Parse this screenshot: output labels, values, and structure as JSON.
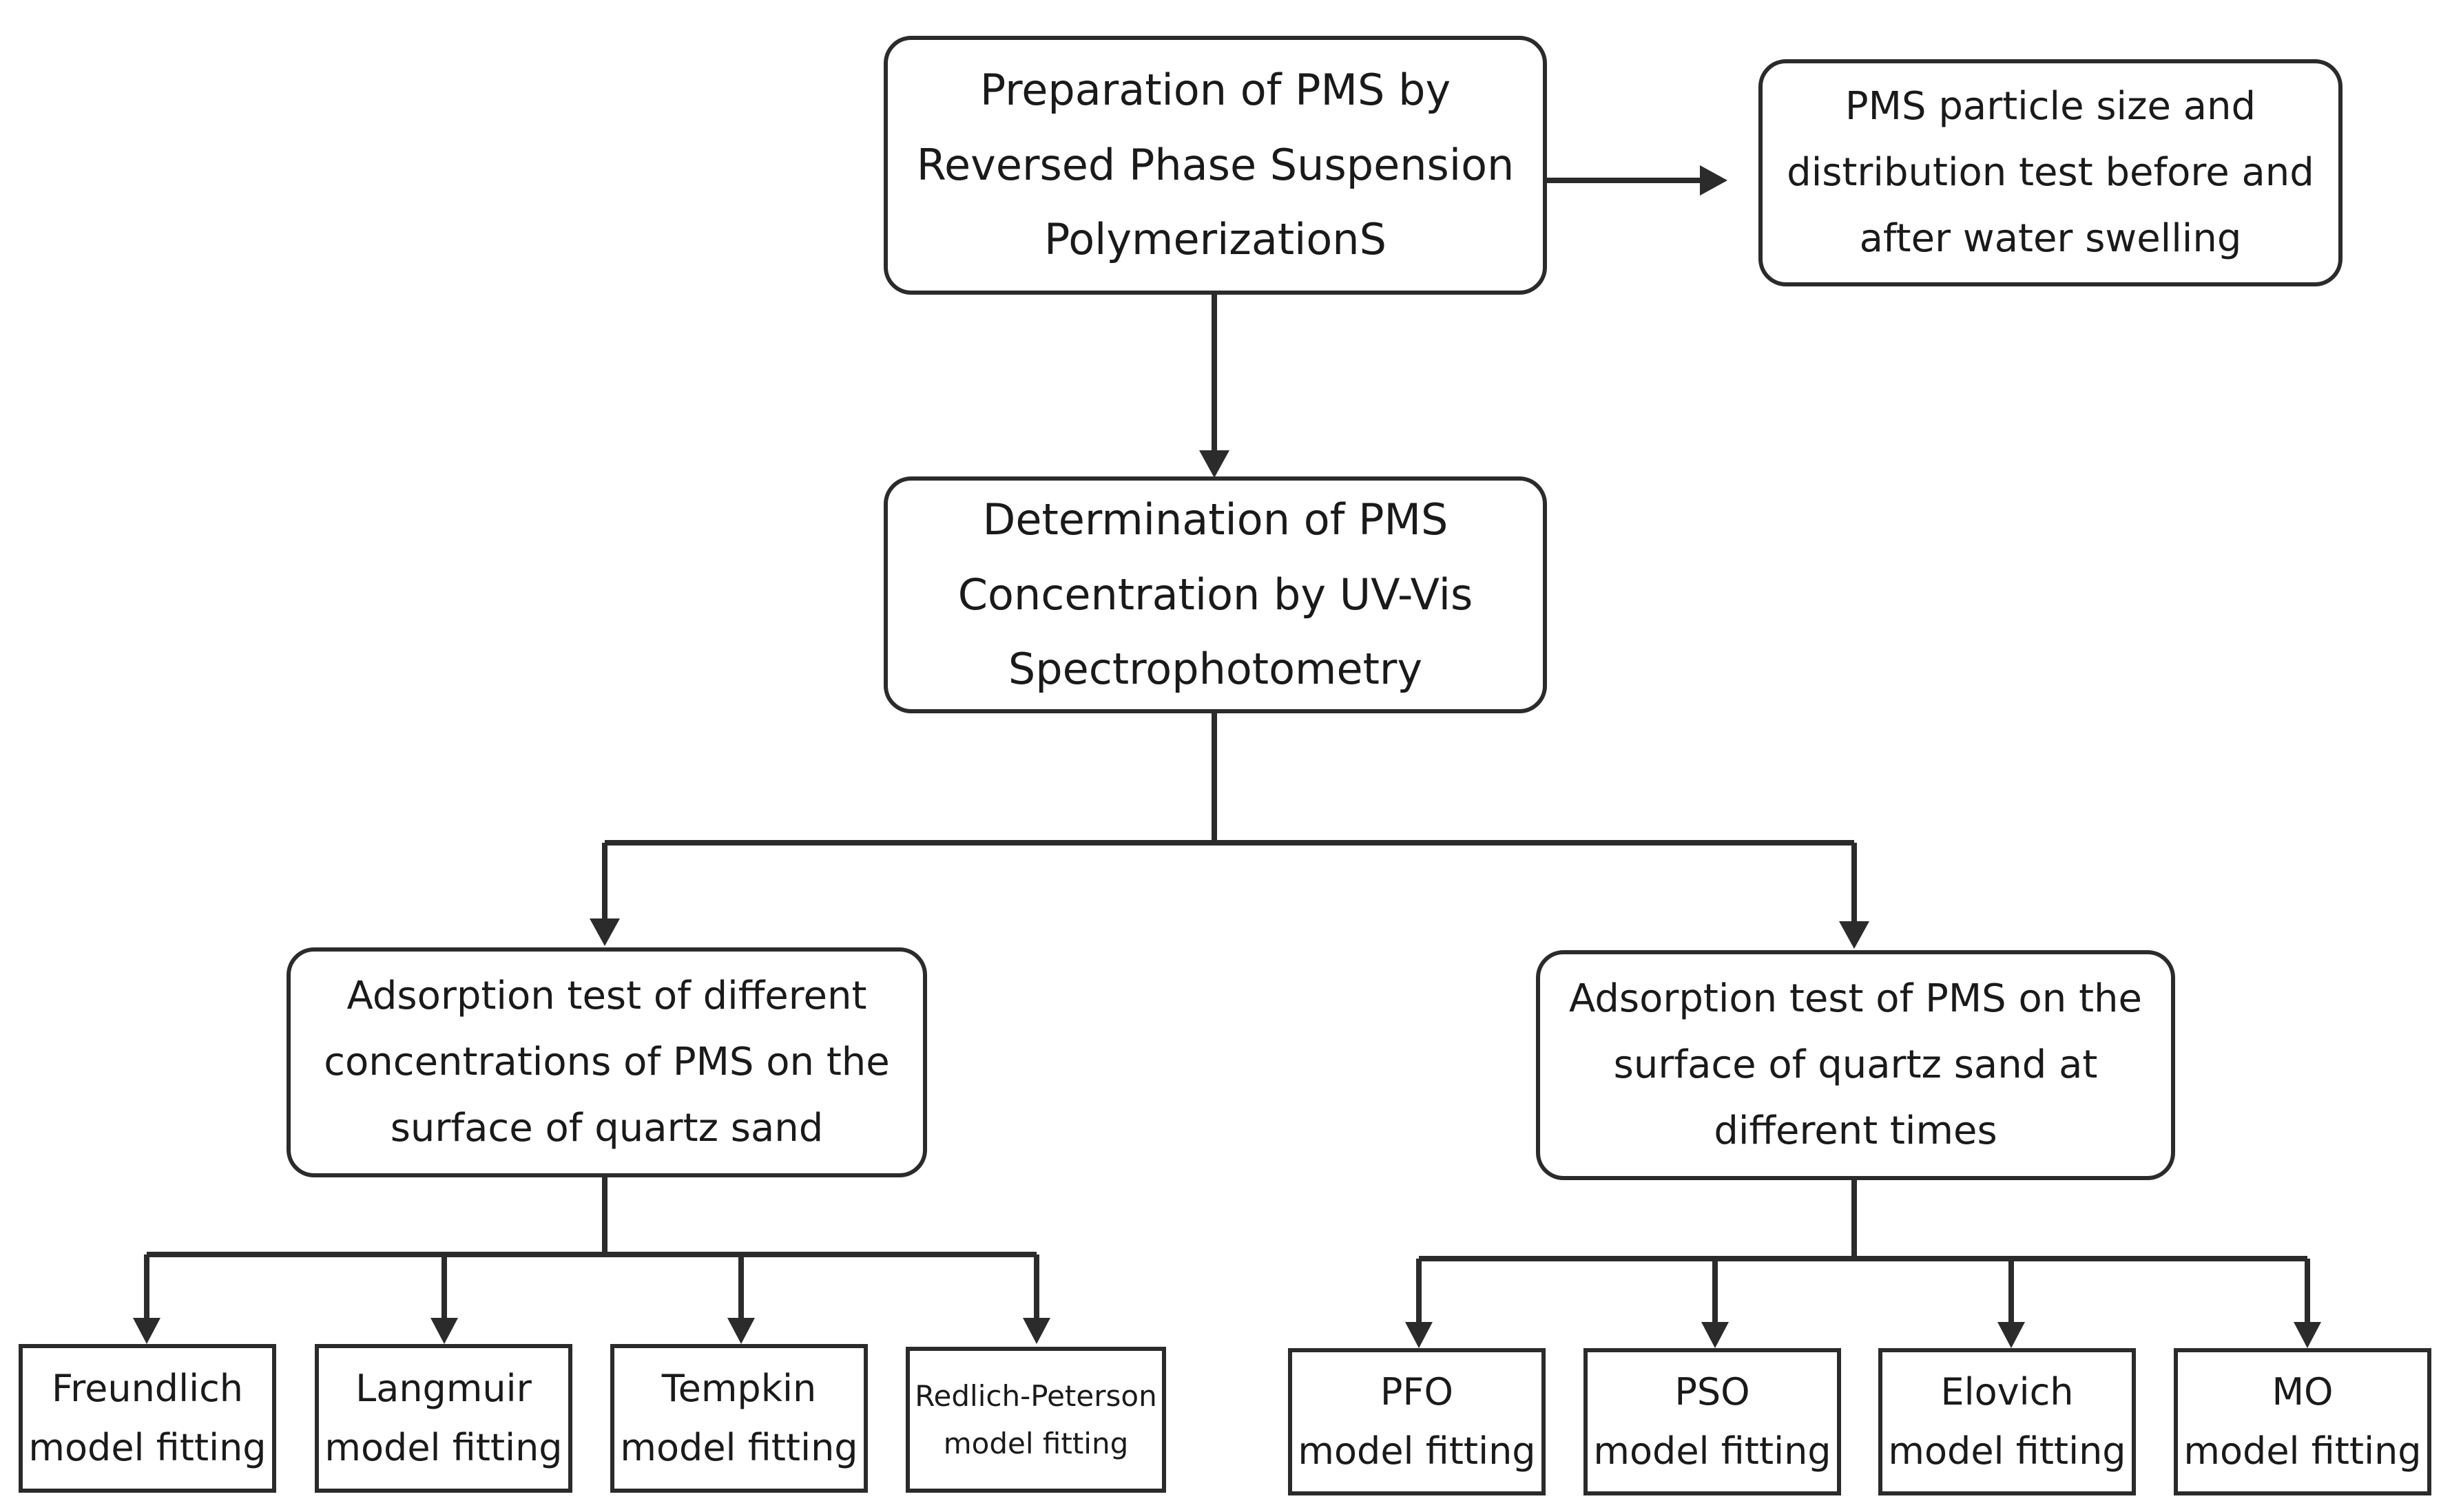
{
  "nodes": {
    "preparation": [
      "Preparation of PMS by",
      "Reversed Phase Suspension",
      "PolymerizationS"
    ],
    "particle_size": [
      "PMS particle size and",
      "distribution test before and",
      "after water swelling"
    ],
    "determination": [
      "Determination of PMS",
      "Concentration by UV-Vis",
      "Spectrophotometry"
    ],
    "adsorption_concentration": [
      "Adsorption test of different",
      "concentrations of PMS on the",
      "surface of quartz sand"
    ],
    "adsorption_time": [
      "Adsorption test of PMS on the",
      "surface of quartz sand at",
      "different times"
    ]
  },
  "isotherm_models": [
    [
      "Freundlich",
      "model fitting"
    ],
    [
      "Langmuir",
      "model fitting"
    ],
    [
      "Tempkin",
      "model fitting"
    ],
    [
      "Redlich-Peterson",
      "model fitting"
    ]
  ],
  "kinetic_models": [
    [
      "PFO",
      "model fitting"
    ],
    [
      "PSO",
      "model fitting"
    ],
    [
      "Elovich",
      "model fitting"
    ],
    [
      "MO",
      "model fitting"
    ]
  ],
  "colors": {
    "stroke": "#2b2b2b",
    "background": "#ffffff",
    "text": "#1a1a1a"
  }
}
